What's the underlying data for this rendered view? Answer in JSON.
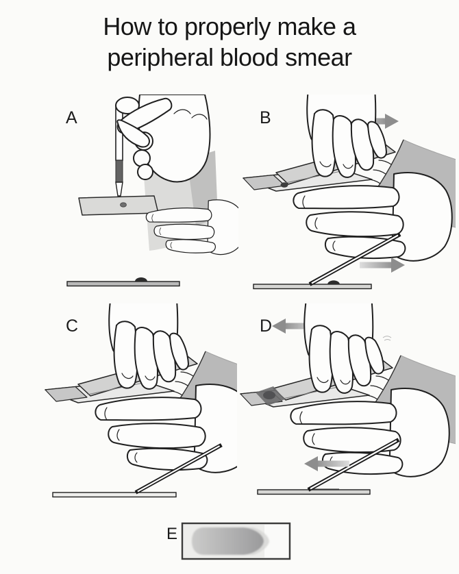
{
  "title": {
    "line1": "How to properly make a",
    "line2": "peripheral blood smear"
  },
  "panels": {
    "a": {
      "label": "A",
      "shows": "drop of blood placed on slide with capillary tube"
    },
    "b": {
      "label": "B",
      "arrow_direction": "right",
      "shows": "spreader slide backed into drop"
    },
    "c": {
      "label": "C",
      "shows": "spreader slide held at angle on slide"
    },
    "d": {
      "label": "D",
      "arrow_direction": "left",
      "shows": "spreader pulled to smear blood"
    },
    "e": {
      "label": "E",
      "shows": "finished smear with feathered edge"
    }
  },
  "colors": {
    "background": "#fbfbf9",
    "line_ink": "#1f1f1f",
    "slide_gray": "#dadad8",
    "frosted_end_gray": "#c7c7c7",
    "forearm_gray": "#b9b9b9",
    "arrow_gray": "#8d8d8d",
    "blood_dark": "#3e3e3e",
    "smear_gray": "#a7a7a8"
  }
}
